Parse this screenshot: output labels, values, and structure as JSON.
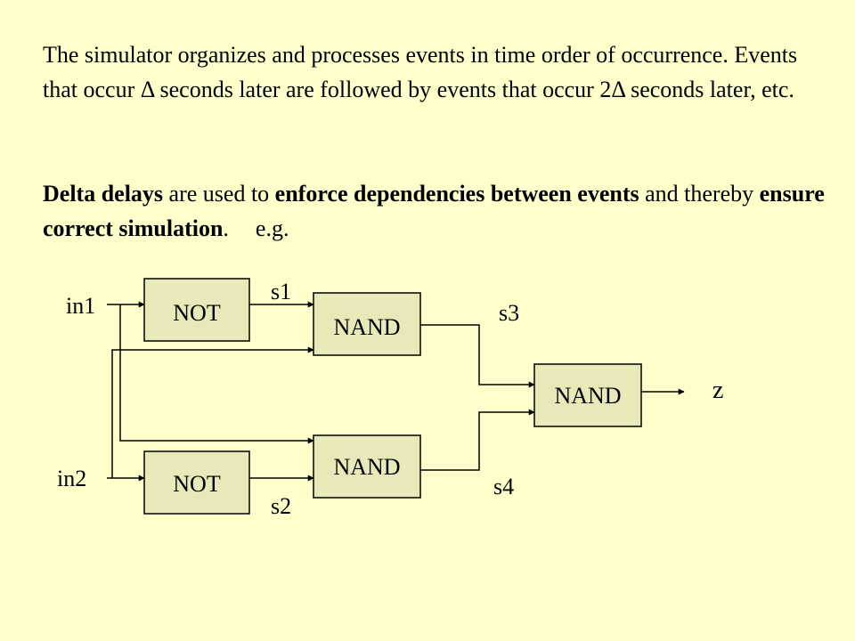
{
  "paragraph1": "The simulator organizes and processes events in time order of occurrence. Events that occur Δ seconds later are followed by events that occur 2Δ seconds later, etc.",
  "paragraph2": {
    "t1": "Delta delays",
    "t2": " are used to ",
    "t3": "enforce dependencies between events",
    "t4": " and thereby ",
    "t5": "ensure correct simulation",
    "t6": ".",
    "t7": "e.g."
  },
  "diagram": {
    "gates": {
      "not1": "NOT",
      "not2": "NOT",
      "nand1": "NAND",
      "nand2": "NAND",
      "nand3": "NAND"
    },
    "signals": {
      "in1": "in1",
      "in2": "in2",
      "s1": "s1",
      "s2": "s2",
      "s3": "s3",
      "s4": "s4",
      "z": "z"
    },
    "colors": {
      "background": "#ffffcc",
      "gate_fill": "#e8e8b8",
      "line": "#000000"
    }
  }
}
